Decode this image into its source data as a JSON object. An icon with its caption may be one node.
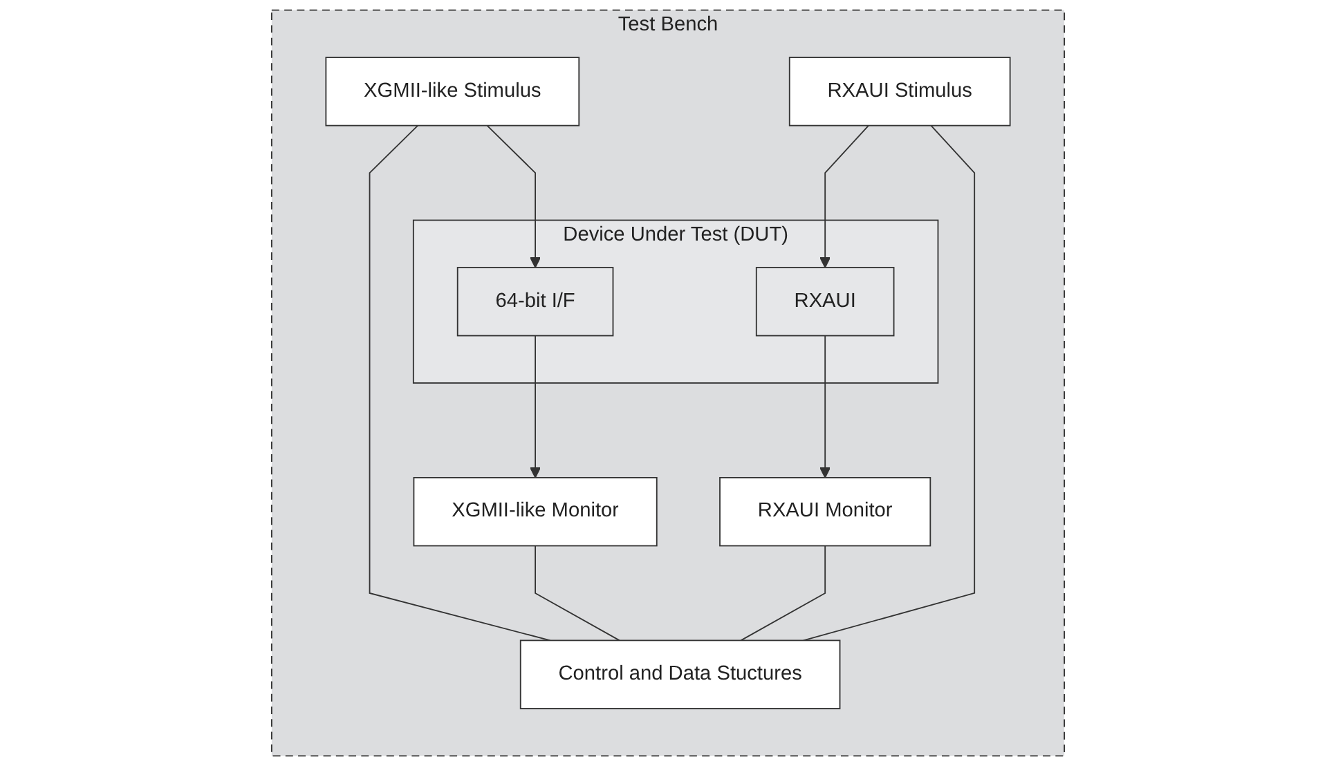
{
  "diagram": {
    "nodes": [
      {
        "text": [
          "Test Bench"
        ]
      },
      {
        "text": [
          "Device Under Test (DUT)"
        ],
        "in": 0
      },
      {
        "text": [
          "XGMII-like Stimulus"
        ],
        "in": 0
      },
      {
        "text": [
          "64-bit I/F"
        ],
        "in": 1
      },
      {
        "text": [
          "RXAUI"
        ],
        "in": 1
      },
      {
        "text": [
          "RXAUI Monitor"
        ],
        "in": 0
      },
      {
        "text": [
          "XGMII-like Monitor"
        ],
        "in": 0
      },
      {
        "text": [
          "RXAUI Stimulus"
        ],
        "in": 0
      },
      {
        "text": [
          "Control and Data Stuctures"
        ],
        "in": 0
      }
    ],
    "edges": [
      {
        "from": 2,
        "to": 3,
        "arrow": "to"
      },
      {
        "from": 3,
        "to": 6,
        "arrow": "to"
      },
      {
        "from": 4,
        "to": 5,
        "arrow": "to"
      },
      {
        "from": 7,
        "to": 4,
        "arrow": "to"
      },
      {
        "from": 2,
        "to": 8,
        "arrow": "none"
      },
      {
        "from": 6,
        "to": 8,
        "arrow": "none"
      },
      {
        "from": 5,
        "to": 8,
        "arrow": "none"
      },
      {
        "from": 7,
        "to": 8,
        "arrow": "none"
      }
    ]
  }
}
